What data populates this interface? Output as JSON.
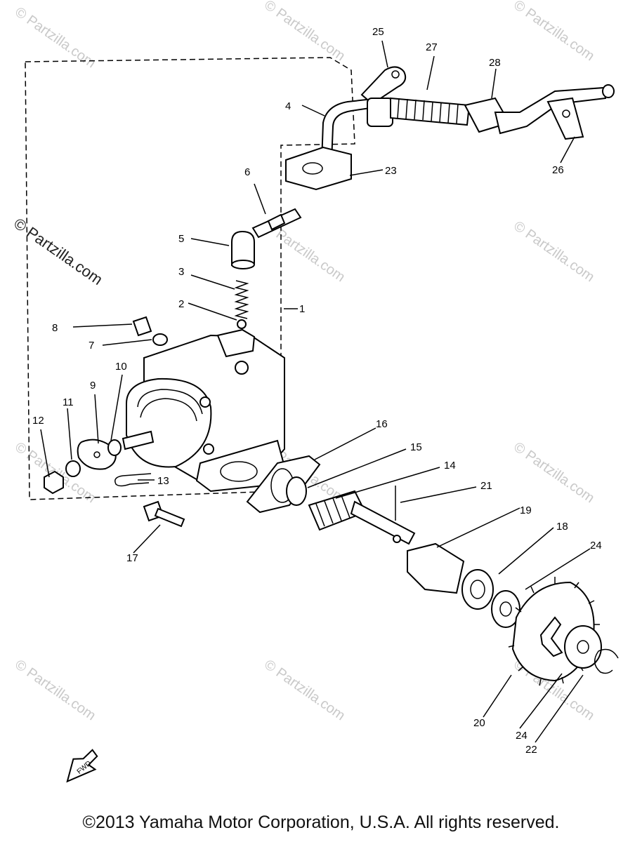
{
  "diagram": {
    "callouts": [
      "1",
      "2",
      "3",
      "4",
      "5",
      "6",
      "7",
      "8",
      "9",
      "10",
      "11",
      "12",
      "13",
      "14",
      "15",
      "16",
      "17",
      "18",
      "19",
      "20",
      "21",
      "22",
      "23",
      "24",
      "24",
      "25",
      "26",
      "27",
      "28"
    ],
    "fwd_label": "FWD",
    "watermark": "© Partzilla.com",
    "copyright": "©2013 Yamaha Motor Corporation, U.S.A. All rights reserved."
  }
}
